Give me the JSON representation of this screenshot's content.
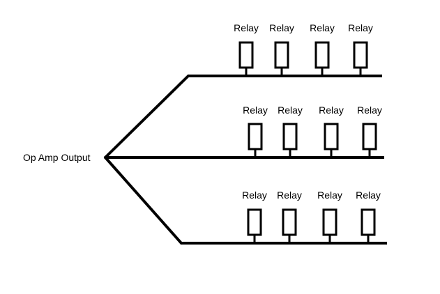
{
  "diagram": {
    "source_label": "Op Amp Output",
    "branches": [
      {
        "relays": [
          "Relay",
          "Relay",
          "Relay",
          "Relay"
        ]
      },
      {
        "relays": [
          "Relay",
          "Relay",
          "Relay",
          "Relay"
        ]
      },
      {
        "relays": [
          "Relay",
          "Relay",
          "Relay",
          "Relay"
        ]
      }
    ]
  },
  "colors": {
    "line": "#000000",
    "background": "#ffffff"
  }
}
